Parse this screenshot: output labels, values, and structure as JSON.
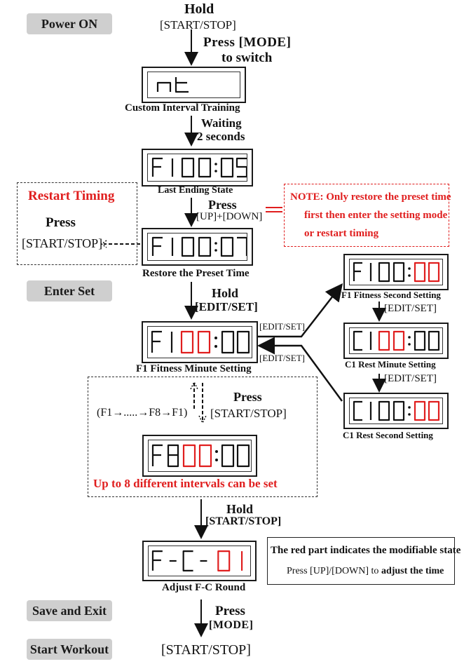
{
  "steps": {
    "power_on": "Power ON",
    "enter_set": "Enter Set",
    "save_and_exit": "Save and Exit",
    "start_workout": "Start Workout"
  },
  "labels": {
    "hold_1": "Hold",
    "start_stop_1": "[START/STOP]",
    "press_mode_1": "Press [MODE]",
    "to_switch": "to switch",
    "custom_interval": "Custom  Interval Training",
    "waiting": "Waiting",
    "two_seconds": "2 seconds",
    "last_ending_state": "Last Ending State",
    "press_2": "Press",
    "up_down": "[UP]+[DOWN]",
    "restore_preset": "Restore the Preset Time",
    "hold_2": "Hold",
    "edit_set_1": "[EDIT/SET]",
    "f1_minute": "F1 Fitness Minute Setting",
    "edit_set_right_top": "[EDIT/SET]",
    "edit_set_right_bottom": "[EDIT/SET]",
    "f1_second": "F1 Fitness Second Setting",
    "edit_set_r1": "[EDIT/SET]",
    "c1_minute": "C1 Rest Minute Setting",
    "edit_set_r2": "[EDIT/SET]",
    "c1_second": "C1 Rest Second Setting",
    "press_3": "Press",
    "start_stop_3": "[START/STOP]",
    "cycle": "(F1→.....→F8→F1)",
    "up_to_8": "Up to 8 different intervals can be set",
    "hold_4": "Hold",
    "start_stop_4": "[START/STOP]",
    "adjust_fc": "Adjust F-C Round",
    "press_5": "Press",
    "mode_5": "[MODE]",
    "start_stop_5": "[START/STOP]"
  },
  "restart_box": {
    "title": "Restart Timing",
    "press": "Press",
    "button": "[START/STOP]"
  },
  "note": {
    "prefix": "NOTE:",
    "line1": " Only restore the preset time",
    "line2": "first then enter the setting mode",
    "line3": "or restart timing"
  },
  "legend": {
    "line1": "The red part indicates the modifiable state",
    "line2_a": "Press [UP]/[DOWN] to ",
    "line2_b": "adjust the time"
  },
  "displays": {
    "d1": "nt",
    "d2": "F 1 00:05",
    "d3": "F 1 00:07",
    "d4": "F 1 00:00",
    "d5": "F 1 00:00",
    "d6": "C 1 00:00",
    "d7": "C 1 00:00",
    "d8": "F 8 00:00",
    "d9": "F - C - 0 1"
  },
  "colors": {
    "accent_red": "#e01e1e",
    "pill_gray": "#cfcfcf"
  }
}
